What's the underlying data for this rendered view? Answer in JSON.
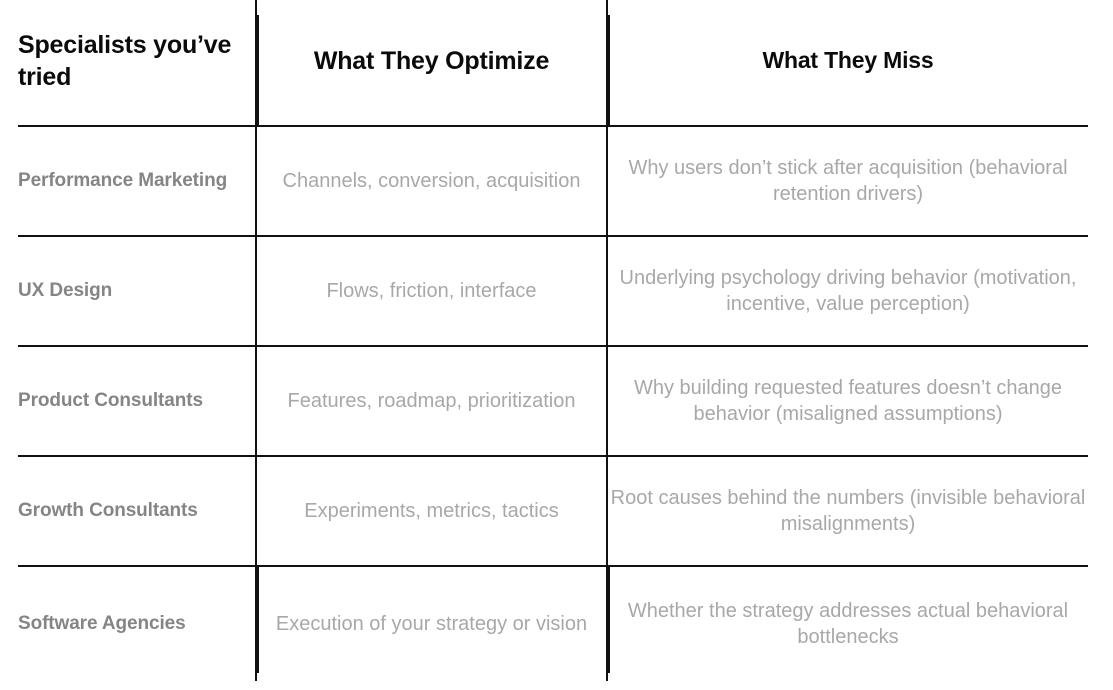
{
  "table": {
    "headers": [
      {
        "label": "Specialists you’ve tried",
        "name": "column-header-specialists"
      },
      {
        "label": "What They Optimize",
        "name": "column-header-optimize"
      },
      {
        "label": "What They Miss",
        "name": "column-header-miss"
      }
    ],
    "rows": [
      {
        "specialist": "Performance Marketing",
        "optimize": "Channels, conversion, acquisition",
        "miss": "Why users don’t stick after acquisition (behavioral retention drivers)"
      },
      {
        "specialist": "UX Design",
        "optimize": "Flows, friction, interface",
        "miss": "Underlying psychology driving behavior (motivation, incentive, value perception)"
      },
      {
        "specialist": "Product Consultants",
        "optimize": "Features, roadmap, prioritization",
        "miss": "Why building requested features doesn’t change behavior (misaligned assumptions)"
      },
      {
        "specialist": "Growth Consultants",
        "optimize": "Experiments, metrics, tactics",
        "miss": "Root causes behind the numbers (invisible behavioral misalignments)"
      },
      {
        "specialist": "Software Agencies",
        "optimize": "Execution of your strategy or vision",
        "miss": "Whether the strategy addresses actual behavioral bottlenecks"
      }
    ]
  },
  "colors": {
    "rule": "#111111",
    "header_text": "#0b0b0b",
    "specialist_text": "#858585",
    "body_text": "#a8a8a8",
    "background": "#ffffff"
  }
}
